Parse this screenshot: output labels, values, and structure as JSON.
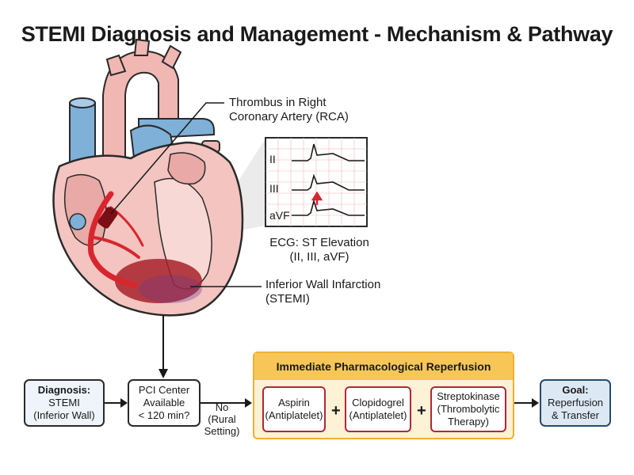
{
  "title": "STEMI Diagnosis and Management - Mechanism & Pathway",
  "annotations": {
    "thrombus_line1": "Thrombus in Right",
    "thrombus_line2": "Coronary Artery (RCA)",
    "infarct_line1": "Inferior Wall Infarction",
    "infarct_line2": "(STEMI)"
  },
  "ecg": {
    "leads": [
      "II",
      "III",
      "aVF"
    ],
    "caption_line1": "ECG: ST Elevation",
    "caption_line2": "(II, III, aVF)"
  },
  "flow": {
    "diagnosis": {
      "line1": "Diagnosis:",
      "line2": "STEMI",
      "line3": "(Inferior Wall)"
    },
    "pci": {
      "line1": "PCI Center",
      "line2": "Available",
      "line3": "< 120 min?"
    },
    "no_label": {
      "line1": "No",
      "line2": "(Rural",
      "line3": "Setting)"
    },
    "reperfusion": {
      "title": "Immediate Pharmacological Reperfusion",
      "plus": "+",
      "drugs": [
        {
          "name": "Aspirin",
          "note": "(Antiplatelet)"
        },
        {
          "name": "Clopidogrel",
          "note": "(Antiplatelet)"
        },
        {
          "name": "Streptokinase",
          "note": "(Thrombolytic",
          "note2": "Therapy)"
        }
      ]
    },
    "goal": {
      "line1": "Goal:",
      "line2": "Reperfusion",
      "line3": "& Transfer"
    }
  },
  "colors": {
    "heart_muscle": "#f3c4c0",
    "vessel_blue": "#7fb0d8",
    "artery_red": "#d8262e",
    "infarct": "#a8222a",
    "reperfusion_header": "#f7c657",
    "reperfusion_fill": "#fdf1d6",
    "drug_border": "#b3263a",
    "goal_fill": "#dce9f5"
  }
}
